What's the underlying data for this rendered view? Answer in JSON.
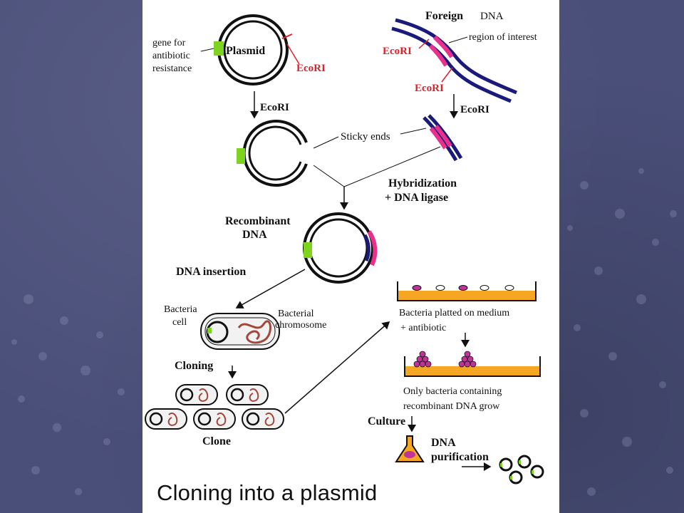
{
  "title": "Cloning into a plasmid",
  "labels": {
    "gene_for": "gene for",
    "antibiotic": "antibiotic",
    "resistance": "resistance",
    "plasmid": "Plasmid",
    "ecori_plasmid": "EcoRI",
    "foreign": "Foreign",
    "dna": "DNA",
    "region_of_interest": "region of interest",
    "ecori_foreign_1": "EcoRI",
    "ecori_foreign_2": "EcoRI",
    "ecori_arrow_left": "EcoRI",
    "ecori_arrow_right": "EcoRI",
    "sticky_ends": "Sticky ends",
    "hybridization": "Hybridization",
    "dna_ligase": "+ DNA ligase",
    "recombinant": "Recombinant",
    "recombinant_dna": "DNA",
    "dna_insertion": "DNA insertion",
    "bacteria": "Bacteria",
    "cell": "cell",
    "bacterial": "Bacterial",
    "chromosome": "chromosome",
    "cloning": "Cloning",
    "clone": "Clone",
    "platted_1": "Bacteria platted on medium",
    "platted_2": "+ antibiotic",
    "only_1": "Only bacteria containing",
    "only_2": "recombinant DNA grow",
    "culture": "Culture",
    "purif_1": "DNA",
    "purif_2": "purification"
  },
  "colors": {
    "slide_background": "#4a4f7a",
    "plasmid_ring": "#111111",
    "antibiotic_gene": "#7ed321",
    "foreign_dna_strand": "#1a1a7a",
    "region_of_interest": "#e8308c",
    "ecori_label": "#e0202a",
    "medium": "#f5a623",
    "colony": "#c2339a",
    "chromosome": "#a0493c"
  },
  "icons": [
    "plasmid-ring",
    "foreign-dna-helix",
    "bacteria-cell",
    "petri-medium",
    "flask-icon"
  ]
}
